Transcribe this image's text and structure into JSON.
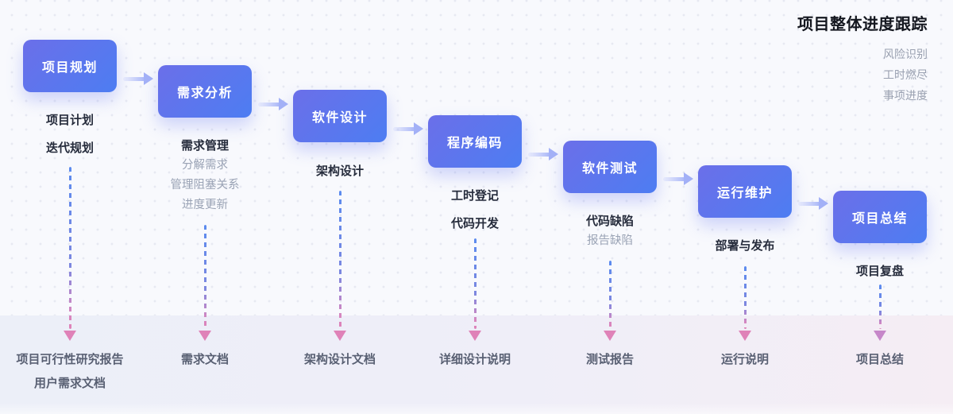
{
  "header": {
    "title": "项目整体进度跟踪",
    "menu": [
      "风险识别",
      "工时燃尽",
      "事项进度"
    ]
  },
  "stages": [
    {
      "name": "项目规划",
      "tasks": [
        {
          "label": "项目计划"
        },
        {
          "label": "迭代规划"
        }
      ],
      "deliverables": [
        "项目可行性研究报告",
        "用户需求文档"
      ]
    },
    {
      "name": "需求分析",
      "tasks": [
        {
          "label": "需求管理"
        },
        {
          "label": "分解需求"
        },
        {
          "label": "管理阻塞关系"
        },
        {
          "label": "进度更新"
        }
      ],
      "deliverables": [
        "需求文档"
      ]
    },
    {
      "name": "软件设计",
      "tasks": [
        {
          "label": "架构设计"
        }
      ],
      "deliverables": [
        "架构设计文档"
      ]
    },
    {
      "name": "程序编码",
      "tasks": [
        {
          "label": "工时登记"
        },
        {
          "label": "代码开发"
        }
      ],
      "deliverables": [
        "详细设计说明"
      ]
    },
    {
      "name": "软件测试",
      "tasks": [
        {
          "label": "代码缺陷"
        },
        {
          "label": "报告缺陷"
        }
      ],
      "deliverables": [
        "测试报告"
      ]
    },
    {
      "name": "运行维护",
      "tasks": [
        {
          "label": "部署与发布"
        }
      ],
      "deliverables": [
        "运行说明"
      ]
    },
    {
      "name": "项目总结",
      "tasks": [
        {
          "label": "项目复盘"
        }
      ],
      "deliverables": [
        "项目总结"
      ]
    }
  ],
  "colors": {
    "box_gradient_start": "#6b6fe9",
    "box_gradient_end": "#4d7df2",
    "flow_arrow_blue": "#a4b2f7",
    "dashed_line_blue": "#5b8bef",
    "dashed_line_pink": "#df82b8",
    "last_arrow_mauve": "#c687c9",
    "title_text": "#14171f",
    "muted_text": "#99a0b0",
    "band_background": "#eceff8"
  }
}
